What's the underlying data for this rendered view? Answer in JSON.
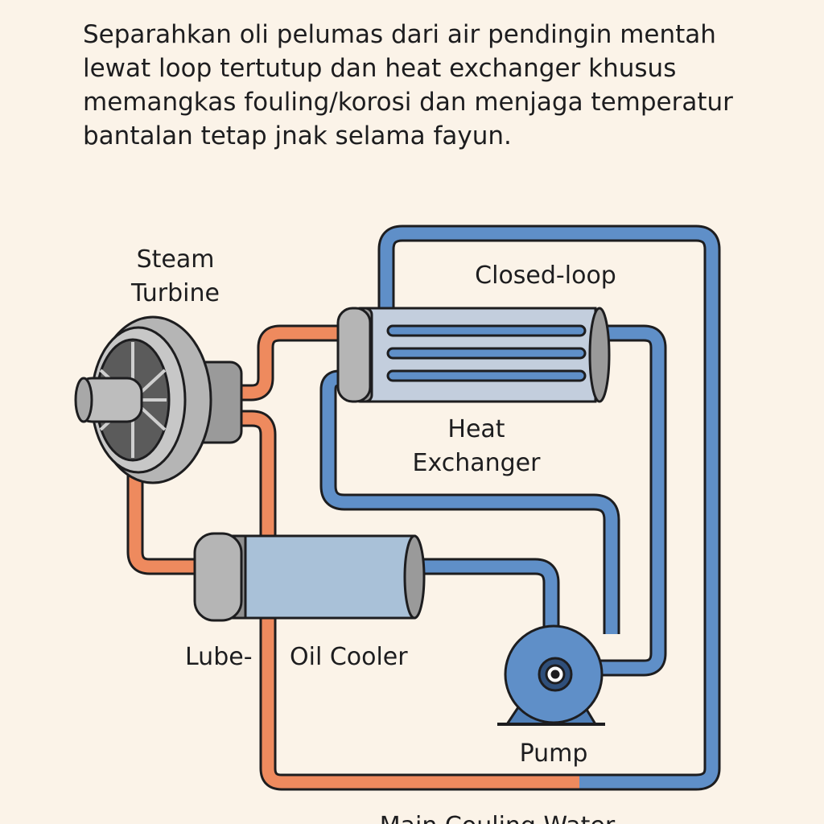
{
  "description_lines": [
    "Separahkan oli pelumas dari air pendingin mentah",
    "lewat loop tertutup dan heat exchanger khusus",
    "memangkas fouling/korosi dan menjaga temperatur",
    "bantalan tetap jnak selama fayun."
  ],
  "labels": {
    "steam_turbine_1": "Steam",
    "steam_turbine_2": "Turbine",
    "closed_loop": "Closed-loop",
    "heat_exchanger_1": "Heat",
    "heat_exchanger_2": "Exchanger",
    "lube": "Lube-",
    "oil_cooler": "Oil Cooler",
    "pump": "Pump",
    "main_cooling_water": "Main Couling Water"
  },
  "colors": {
    "oil_pipe": "#ee8a5e",
    "water_pipe": "#5f8fc8",
    "outline": "#1d1d1f",
    "metal": "#b5b5b5",
    "exchanger_body": "#c3cedd",
    "cooler_body": "#a9c1d8",
    "pump_body": "#5f8fc8",
    "background": "#fbf3e8"
  }
}
